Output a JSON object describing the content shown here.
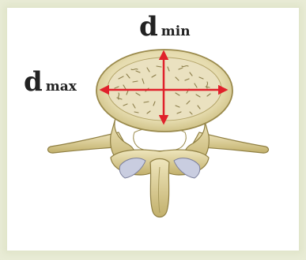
{
  "labels": {
    "top_main": "d",
    "top_sub": "min",
    "left_main": "d",
    "left_sub": "max"
  },
  "colors": {
    "background": "#e9ecd6",
    "panel": "#ffffff",
    "bone": "#dcd3a0",
    "bone_dark": "#a89a5c",
    "cancellous": "#e8dfbe",
    "cartilage": "#c9cde0",
    "measure_line": "#e0212b"
  },
  "icons": {
    "vertebra": "vertebra-illustration",
    "arrows": "double-headed-arrow"
  }
}
